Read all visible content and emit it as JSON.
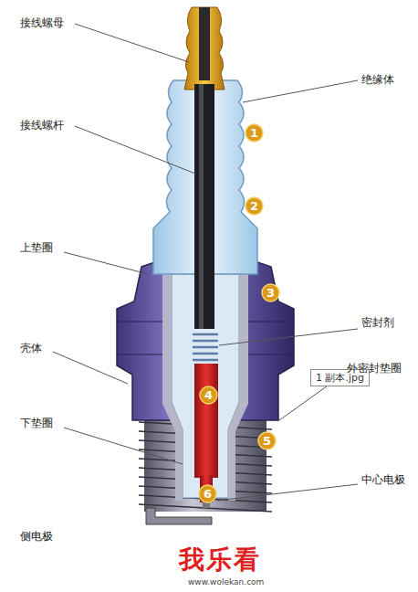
{
  "diagram": {
    "nodes": [
      {
        "text": [
          "1"
        ]
      },
      {
        "text": [
          "2"
        ]
      },
      {
        "text": [
          "3"
        ]
      },
      {
        "text": [
          "1 副本.jpg"
        ]
      },
      {
        "text": [
          "4"
        ]
      },
      {
        "text": [
          "5"
        ]
      },
      {
        "text": [
          "6"
        ]
      }
    ],
    "labels": [
      "接线螺母",
      "绝缘体",
      "接线螺杆",
      "上垫圈",
      "密封剂",
      "壳体",
      "外密封垫圈",
      "下垫圈",
      "中心电极",
      "侧电极",
      "我乐看",
      "www.wolekan.com"
    ]
  }
}
